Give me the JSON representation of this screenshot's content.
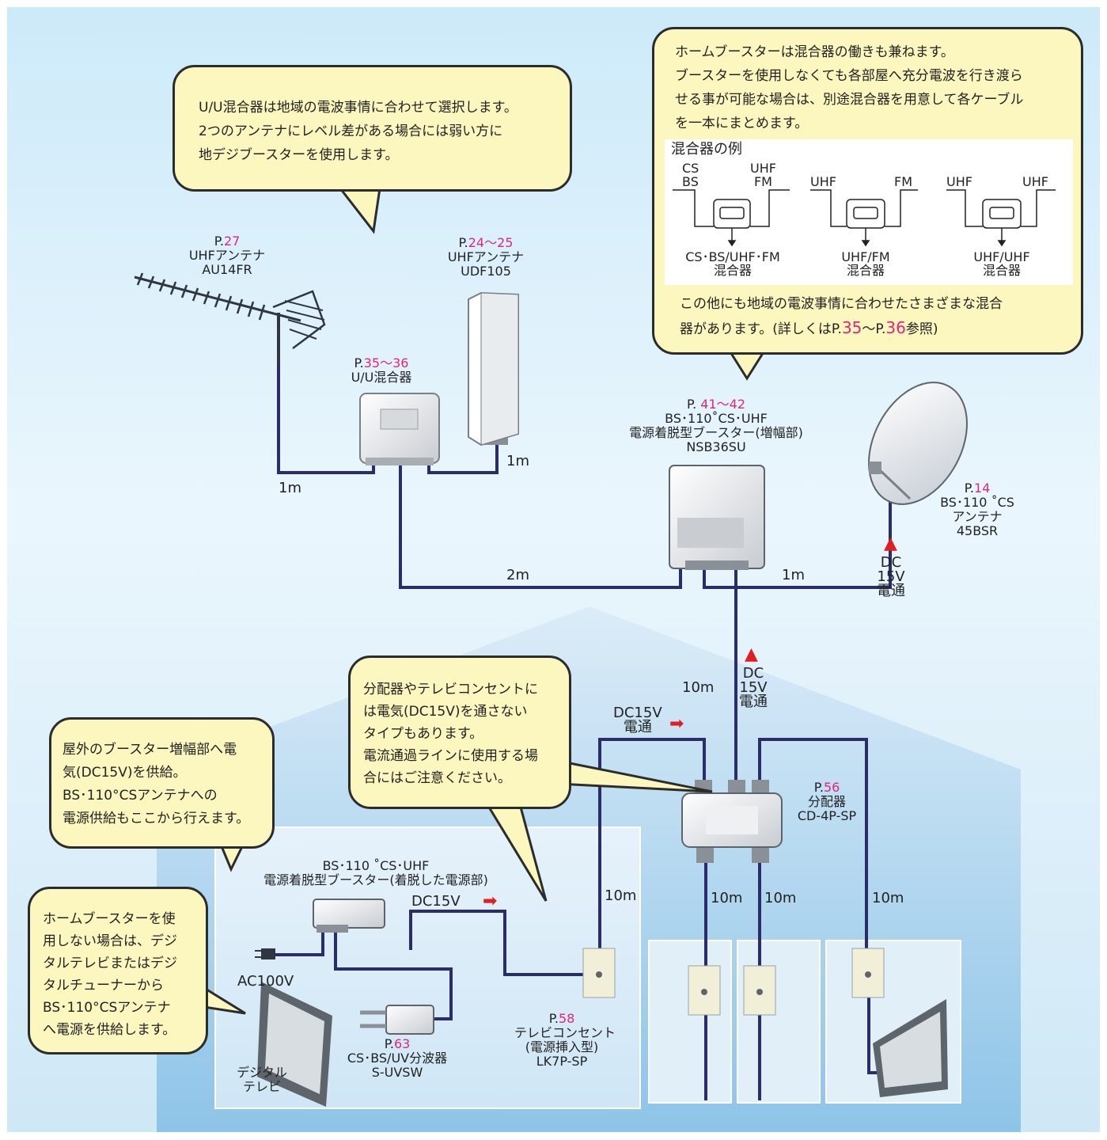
{
  "bubbles": {
    "uu_mixer": [
      "U/U混合器は地域の電波事情に合わせて選択します。",
      "2つのアンテナにレベル差がある場合には弱い方に",
      "地デジブースターを使用します。"
    ],
    "home_booster": [
      "ホームブースターは混合器の働きも兼ねます。",
      "ブースターを使用しなくても各部屋へ充分電波を行き渡ら",
      "せる事が可能な場合は、別途混合器を用意して各ケーブル",
      "を一本にまとめます。"
    ],
    "home_booster_note_1": "この他にも地域の電波事情に合わせたさまざまな混合",
    "home_booster_note_2a": "器があります。(詳しくはP.",
    "home_booster_note_p1": "35",
    "home_booster_note_tilde": "〜P.",
    "home_booster_note_p2": "36",
    "home_booster_note_2b": "参照)",
    "splitter_note": [
      "分配器やテレビコンセントに",
      "は電気(DC15V)を通さない",
      "タイプもあります。",
      "電流通過ラインに使用する場",
      "合にはご注意ください。"
    ],
    "power_supply": [
      "屋外のブースター増幅部へ電",
      "気(DC15V)を供給。",
      "BS･110°CSアンテナへの",
      "電源供給もここから行えます。"
    ],
    "no_booster": [
      "ホームブースターを使",
      "用しない場合は、デジ",
      "タルテレビまたはデジ",
      "タルチューナーから",
      "BS･110°CSアンテナ",
      "へ電源を供給します。"
    ]
  },
  "mixer_examples": {
    "title": "混合器の例",
    "ex1": {
      "in_left_1": "CS",
      "in_left_2": "BS",
      "in_right_1": "UHF",
      "in_right_2": "FM",
      "out_1": "CS･BS/UHF･FM",
      "out_2": "混合器"
    },
    "ex2": {
      "in_left": "UHF",
      "in_right": "FM",
      "out_1": "UHF/FM",
      "out_2": "混合器"
    },
    "ex3": {
      "in_left": "UHF",
      "in_right": "UHF",
      "out_1": "UHF/UHF",
      "out_2": "混合器"
    }
  },
  "components": {
    "uhf_antenna_1": {
      "p": "P.",
      "page": "27",
      "line1": "UHFアンテナ",
      "line2": "AU14FR"
    },
    "uhf_antenna_2": {
      "p": "P.",
      "page": "24〜25",
      "line1": "UHFアンテナ",
      "line2": "UDF105"
    },
    "uu_mixer": {
      "p": "P.",
      "page": "35〜36",
      "line1": "U/U混合器"
    },
    "booster": {
      "p": "P. ",
      "page": "41〜42",
      "line1": "BS･110˚CS･UHF",
      "line2": "電源着脱型ブースター(増幅部)",
      "line3": "NSB36SU"
    },
    "bs_antenna": {
      "p": "P.",
      "page": "14",
      "line1": "BS･110 ˚CS",
      "line2": "アンテナ",
      "line3": "45BSR"
    },
    "splitter": {
      "p": "P.",
      "page": "56",
      "line1": "分配器",
      "line2": "CD-4P-SP"
    },
    "power_unit": {
      "line1": "BS･110 ˚CS･UHF",
      "line2": "電源着脱型ブースター(着脱した電源部)"
    },
    "outlet": {
      "p": "P.",
      "page": "58",
      "line1": "テレビコンセント",
      "line2": "(電源挿入型)",
      "line3": "LK7P-SP"
    },
    "uv_splitter": {
      "p": "P.",
      "page": "63",
      "line1": "CS･BS/UV分波器",
      "line2": "S-UVSW"
    },
    "tv": {
      "line1": "デジタル",
      "line2": "テレビ"
    },
    "ac": "AC100V"
  },
  "cables": {
    "c1": "1m",
    "c2": "1m",
    "c3": "2m",
    "c4": "1m",
    "c5": "10m",
    "c6": "10m",
    "c7": "10m",
    "c8": "10m",
    "c9": "10m"
  },
  "power_labels": {
    "dc_a_1": "DC",
    "dc_a_2": "15V",
    "dc_a_3": "電通",
    "dc_b_1": "DC",
    "dc_b_2": "15V",
    "dc_b_3": "電通",
    "dc_c_1": "DC15V",
    "dc_c_2": "電通",
    "dc_d": "DC15V"
  },
  "colors": {
    "cable": "#2a2d6a",
    "bubble": "#fcf7bf",
    "accent": "#e0267a",
    "arrow": "#e02020"
  }
}
